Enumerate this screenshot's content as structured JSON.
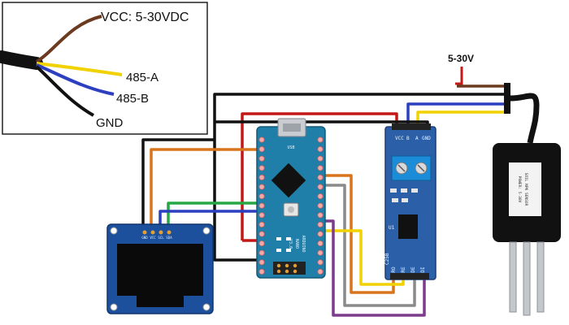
{
  "legend": {
    "vcc_label": "VCC: 5-30VDC",
    "a_label": "485-A",
    "b_label": "485-B",
    "gnd_label": "GND"
  },
  "power_label": "5-30V",
  "rs485_module": {
    "pin_vcc": "VCC",
    "pin_b": "B",
    "pin_a": "A",
    "pin_gnd": "GND",
    "bottom_pins": [
      "RO",
      "RE",
      "DE",
      "DI"
    ],
    "chip_label": "U1",
    "board_id": "C25B"
  },
  "arduino": {
    "usb_label": "USB",
    "model_line1": "ARDUINO",
    "model_line2": "NANO",
    "version": "V3.0"
  },
  "oled": {
    "pins": [
      "GND",
      "VCC",
      "SCL",
      "SDA"
    ]
  },
  "sensor": {
    "label_line1": "SOIL NPK SENSOR",
    "label_line2": "POWER: 5-30V"
  },
  "colors": {
    "brown": "#6b3a1f",
    "yellow": "#f2d100",
    "blue": "#2b3fbf",
    "black": "#111111",
    "red": "#c41818",
    "orange": "#d9731c",
    "green": "#27a844",
    "purple": "#7d3b8c",
    "gray": "#8a8a8a",
    "nano_blue": "#1f7fa8",
    "rs485_blue": "#2b5fa8",
    "oled_blue": "#1c4f9c"
  }
}
